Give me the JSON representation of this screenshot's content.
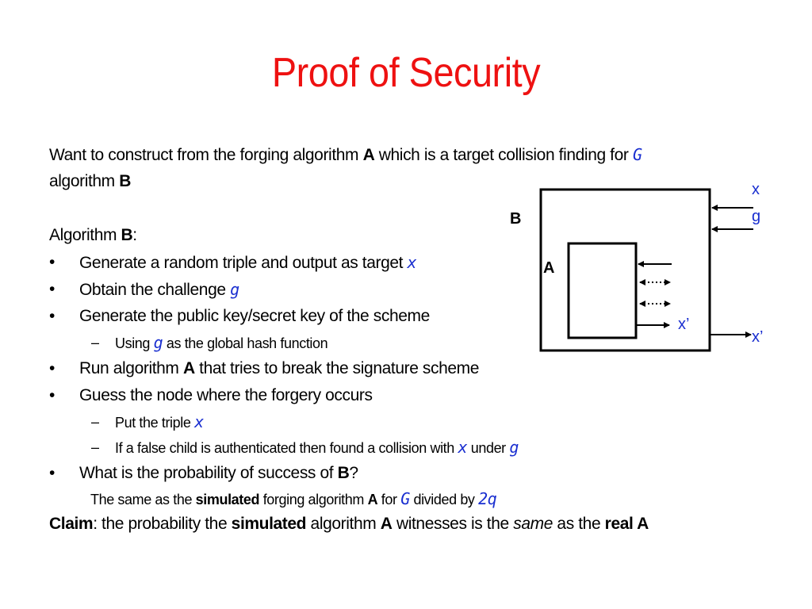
{
  "slide": {
    "title": "Proof of Security",
    "intro": {
      "t1": "Want to construct from the forging  algorithm ",
      "a": "A",
      "t2": " which is a target collision finding for ",
      "G": "G",
      "t3": "algorithm ",
      "b": "B"
    },
    "algo_heading": {
      "t1": "Algorithm ",
      "b": "B",
      "colon": ":"
    },
    "bullet_mark": "•",
    "dash_mark": "–",
    "items": {
      "i1": {
        "t": "Generate a random triple and output as target ",
        "v": "x"
      },
      "i2": {
        "t": "Obtain the challenge ",
        "v": "g"
      },
      "i3": {
        "t": "Generate the public key/secret key of the scheme"
      },
      "s1": {
        "t1": "Using ",
        "v": "g",
        "t2": " as the global hash function"
      },
      "i4": {
        "t1": "Run algorithm ",
        "a": "A",
        "t2": " that tries to break the signature scheme"
      },
      "i5": {
        "t": "Guess the node where the forgery occurs"
      },
      "s2": {
        "t": "Put the triple  ",
        "v": "x"
      },
      "s3": {
        "t1": "If a false child is authenticated then found a collision with ",
        "v1": "x",
        "t2": " under ",
        "v2": "g"
      },
      "i6": {
        "t1": "What is the probability of success of ",
        "b": "B",
        "t2": "?"
      },
      "note": {
        "t1": "The same as the ",
        "sim": "simulated",
        "t2": " forging algorithm ",
        "a": "A",
        "t3": " for ",
        "G": "G",
        "t4": " divided by ",
        "q": "2q"
      }
    },
    "claim": {
      "c": "Claim",
      "t1": ": the probability the ",
      "sim": "simulated",
      "t2": " algorithm ",
      "a": "A",
      "t3": " witnesses is the ",
      "same": "same",
      "t4": " as the ",
      "real": "real A"
    }
  },
  "diagram": {
    "outer_label": "B",
    "inner_label": "A",
    "in_x": "x",
    "in_g": "g",
    "out_outer": "x’",
    "out_inner": "x’"
  },
  "colors": {
    "title": "#ee1111",
    "variable": "#1a2fd0"
  }
}
